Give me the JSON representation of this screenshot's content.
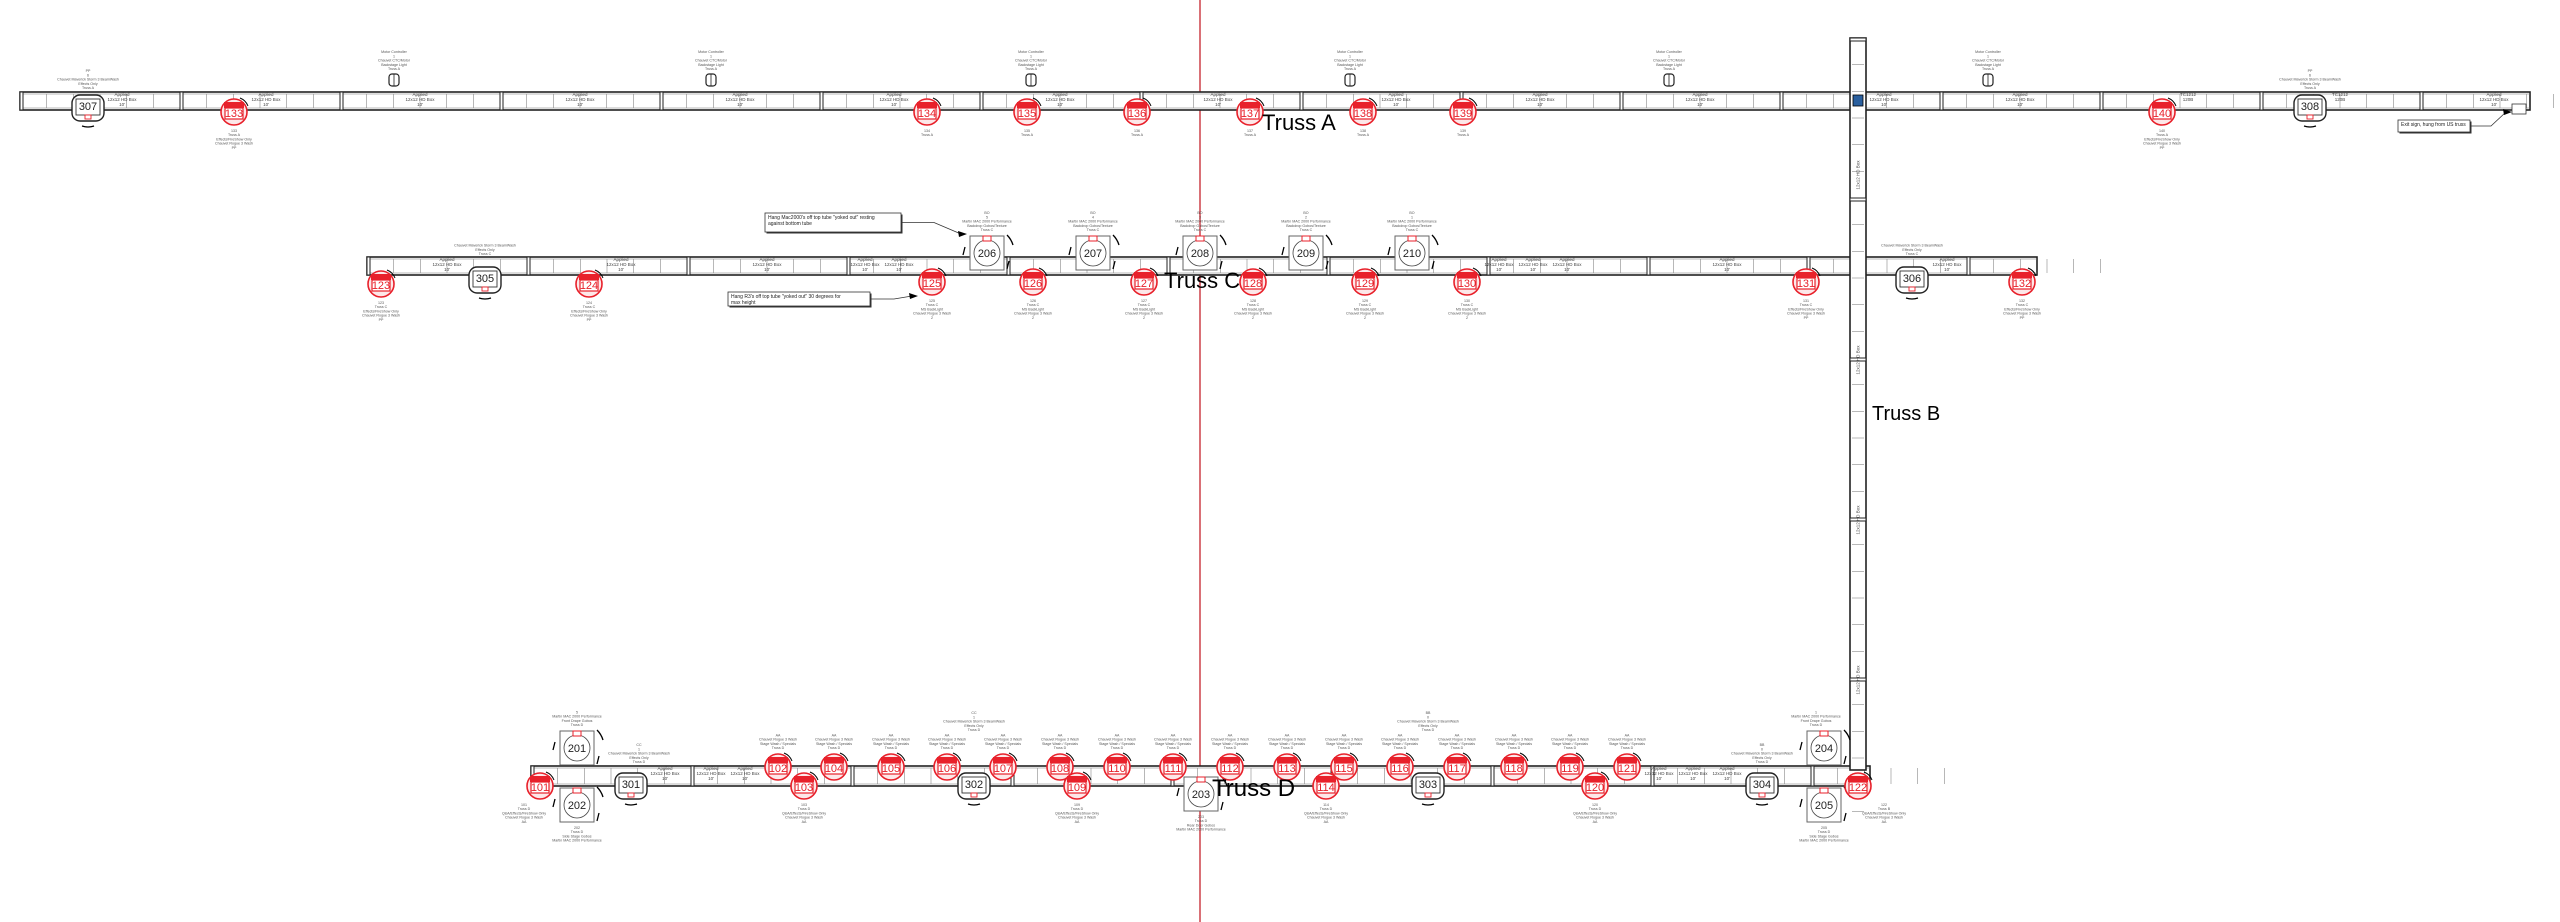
{
  "colors": {
    "par": "#e8212b",
    "truss": "#222222",
    "guide_line": "#c0121c",
    "mover": "#333333",
    "node": "#2a5f9e"
  },
  "segment_label": [
    "Applied",
    "12x12 HD Box",
    "10'"
  ],
  "segment_label_alt": [
    "TC1212",
    "120B"
  ],
  "trusses": {
    "A": {
      "name": "Truss A",
      "fixtures": [
        {
          "id": "307",
          "type": "maverick",
          "info": [
            "PP",
            "6",
            "Chauvet Maverick Storm 3 BeamWash",
            "Effects Only",
            "Truss A"
          ]
        },
        {
          "id": "133",
          "type": "par",
          "info": [
            "133",
            "Truss A",
            "Effects/FireShow Only",
            "Chauvet Rogue 3 Wash",
            "PP"
          ]
        },
        {
          "id": "134",
          "type": "par",
          "info": [
            "134",
            "Truss A"
          ]
        },
        {
          "id": "135",
          "type": "par",
          "info": [
            "135",
            "Truss A"
          ]
        },
        {
          "id": "136",
          "type": "par",
          "info": [
            "136",
            "Truss A"
          ]
        },
        {
          "id": "137",
          "type": "par",
          "info": [
            "137",
            "Truss A"
          ]
        },
        {
          "id": "138",
          "type": "par",
          "info": [
            "138",
            "Truss A"
          ]
        },
        {
          "id": "139",
          "type": "par",
          "info": [
            "139",
            "Truss A"
          ]
        },
        {
          "id": "140",
          "type": "par",
          "info": [
            "140",
            "Truss A",
            "Effects/FireShow Only",
            "Chauvet Rogue 3 Wash",
            "PP"
          ]
        },
        {
          "id": "308",
          "type": "maverick",
          "info": [
            "PP",
            "6",
            "Chauvet Maverick Storm 3 BeamWash",
            "Effects Only",
            "Truss A"
          ]
        }
      ],
      "motor_controllers": [
        {
          "info": [
            "Motor Controller",
            "1",
            "Chauvet CTC/Motor",
            "Backstage Light",
            "Truss A"
          ]
        },
        {
          "info": [
            "Motor Controller",
            "1",
            "Chauvet CTC/Motor",
            "Backstage Light",
            "Truss A"
          ]
        },
        {
          "info": [
            "Motor Controller",
            "1",
            "Chauvet CTC/Motor",
            "Backstage Light",
            "Truss A"
          ]
        },
        {
          "info": [
            "Motor Controller",
            "1",
            "Chauvet CTC/Motor",
            "Backstage Light",
            "Truss A"
          ]
        },
        {
          "info": [
            "Motor Controller",
            "1",
            "Chauvet CTC/Motor",
            "Backstage Light",
            "Truss A"
          ]
        },
        {
          "info": [
            "Motor Controller",
            "1",
            "Chauvet CTC/Motor",
            "Backstage Light",
            "Truss A"
          ]
        }
      ]
    },
    "B": {
      "name": "Truss B",
      "fixtures": []
    },
    "C": {
      "name": "Truss C",
      "fixtures": [
        {
          "id": "123",
          "type": "par",
          "info": [
            "123",
            "Truss C",
            "Effects/FireShow Only",
            "Chauvet Rogue 3 Wash",
            "PP"
          ]
        },
        {
          "id": "305",
          "type": "maverick",
          "info": [
            "Chauvet Maverick Storm 3 BeamWash",
            "Effects Only",
            "Truss C"
          ]
        },
        {
          "id": "124",
          "type": "par",
          "info": [
            "124",
            "Truss C",
            "Effects/FireShow Only",
            "Chauvet Rogue 3 Wash",
            "PP"
          ]
        },
        {
          "id": "125",
          "type": "par",
          "info": [
            "125",
            "Truss C",
            "MS BackLight",
            "Chauvet Rogue 3 Wash",
            "2"
          ]
        },
        {
          "id": "206",
          "type": "mac",
          "info": [
            "BO",
            "5",
            "Martin MAC 2000 Performance",
            "Backdrop Gobos/Texture",
            "Truss C"
          ]
        },
        {
          "id": "126",
          "type": "par",
          "info": [
            "126",
            "Truss C",
            "MS BackLight",
            "Chauvet Rogue 3 Wash",
            "2"
          ]
        },
        {
          "id": "207",
          "type": "mac",
          "info": [
            "BO",
            "4",
            "Martin MAC 2000 Performance",
            "Backdrop Gobos/Texture",
            "Truss C"
          ]
        },
        {
          "id": "127",
          "type": "par",
          "info": [
            "127",
            "Truss C",
            "MS BackLight",
            "Chauvet Rogue 3 Wash",
            "2"
          ]
        },
        {
          "id": "208",
          "type": "mac",
          "info": [
            "BO",
            "3",
            "Martin MAC 2000 Performance",
            "Backdrop Gobos/Texture",
            "Truss C"
          ]
        },
        {
          "id": "128",
          "type": "par",
          "info": [
            "128",
            "Truss C",
            "MS BackLight",
            "Chauvet Rogue 3 Wash",
            "2"
          ]
        },
        {
          "id": "209",
          "type": "mac",
          "info": [
            "BO",
            "2",
            "Martin MAC 2000 Performance",
            "Backdrop Gobos/Texture",
            "Truss C"
          ]
        },
        {
          "id": "129",
          "type": "par",
          "info": [
            "129",
            "Truss C",
            "MS BackLight",
            "Chauvet Rogue 3 Wash",
            "2"
          ]
        },
        {
          "id": "210",
          "type": "mac",
          "info": [
            "BO",
            "1",
            "Martin MAC 2000 Performance",
            "Backdrop Gobos/Texture",
            "Truss C"
          ]
        },
        {
          "id": "130",
          "type": "par",
          "info": [
            "130",
            "Truss C",
            "MS BackLight",
            "Chauvet Rogue 3 Wash",
            "2"
          ]
        },
        {
          "id": "131",
          "type": "par",
          "info": [
            "131",
            "Truss C",
            "Effects/FireShow Only",
            "Chauvet Rogue 3 Wash",
            "PP"
          ]
        },
        {
          "id": "306",
          "type": "maverick",
          "info": [
            "Chauvet Maverick Storm 3 BeamWash",
            "Effects Only",
            "Truss C"
          ]
        },
        {
          "id": "132",
          "type": "par",
          "info": [
            "132",
            "Truss C",
            "Effects/FireShow Only",
            "Chauvet Rogue 3 Wash",
            "PP"
          ]
        }
      ]
    },
    "D": {
      "name": "Truss D",
      "fixtures": [
        {
          "id": "101",
          "type": "par",
          "info": [
            "101",
            "Truss D",
            "Q&A/Effects/FireShow Only",
            "Chauvet Rogue 3 Wash",
            "AA"
          ]
        },
        {
          "id": "201",
          "type": "mac",
          "info": [
            "5",
            "Martin MAC 2000 Performance",
            "Front Drape Gobos",
            "Truss D"
          ]
        },
        {
          "id": "202",
          "type": "mac",
          "info": [
            "202",
            "Truss D",
            "Side Stage Gobos",
            "Martin MAC 2000 Performance"
          ]
        },
        {
          "id": "301",
          "type": "maverick",
          "info": [
            "CC",
            "1",
            "Chauvet Maverick Storm 3 BeamWash",
            "Effects Only",
            "Truss D"
          ]
        },
        {
          "id": "102",
          "type": "par",
          "info": [
            "AA",
            "Chauvet Rogue 3 Wash",
            "Stage Wash / Specials",
            "Truss D"
          ]
        },
        {
          "id": "103",
          "type": "par",
          "info": [
            "103",
            "Truss D",
            "Q&A/Effects/FireShow Only",
            "Chauvet Rogue 3 Wash",
            "AA"
          ]
        },
        {
          "id": "104",
          "type": "par",
          "info": [
            "AA",
            "Chauvet Rogue 3 Wash",
            "Stage Wash / Specials",
            "Truss D"
          ]
        },
        {
          "id": "105",
          "type": "par",
          "info": [
            "AA",
            "Chauvet Rogue 3 Wash",
            "Stage Wash / Specials",
            "Truss D"
          ]
        },
        {
          "id": "106",
          "type": "par",
          "info": [
            "AA",
            "Chauvet Rogue 3 Wash",
            "Stage Wash / Specials",
            "Truss D"
          ]
        },
        {
          "id": "302",
          "type": "maverick",
          "info": [
            "CC",
            "1",
            "Chauvet Maverick Storm 3 BeamWash",
            "Effects Only",
            "Truss D"
          ]
        },
        {
          "id": "107",
          "type": "par",
          "info": [
            "AA",
            "Chauvet Rogue 3 Wash",
            "Stage Wash / Specials",
            "Truss D"
          ]
        },
        {
          "id": "108",
          "type": "par",
          "info": [
            "AA",
            "Chauvet Rogue 3 Wash",
            "Stage Wash / Specials",
            "Truss D"
          ]
        },
        {
          "id": "109",
          "type": "par",
          "info": [
            "109",
            "Truss D",
            "Q&A/Effects/FireShow Only",
            "Chauvet Rogue 3 Wash",
            "AA"
          ]
        },
        {
          "id": "110",
          "type": "par",
          "info": [
            "AA",
            "Chauvet Rogue 3 Wash",
            "Stage Wash / Specials",
            "Truss D"
          ]
        },
        {
          "id": "111",
          "type": "par",
          "info": [
            "AA",
            "Chauvet Rogue 3 Wash",
            "Stage Wash / Specials",
            "Truss D"
          ]
        },
        {
          "id": "203",
          "type": "mac",
          "info": [
            "203",
            "Truss D",
            "Rear Door Gobos",
            "Martin MAC 2000 Performance"
          ]
        },
        {
          "id": "112",
          "type": "par",
          "info": [
            "AA",
            "Chauvet Rogue 3 Wash",
            "Stage Wash / Specials",
            "Truss D"
          ]
        },
        {
          "id": "113",
          "type": "par",
          "info": [
            "AA",
            "Chauvet Rogue 3 Wash",
            "Stage Wash / Specials",
            "Truss D"
          ]
        },
        {
          "id": "114",
          "type": "par",
          "info": [
            "114",
            "Truss D",
            "Q&A/Effects/FireShow Only",
            "Chauvet Rogue 3 Wash",
            "AA"
          ]
        },
        {
          "id": "115",
          "type": "par",
          "info": [
            "AA",
            "Chauvet Rogue 3 Wash",
            "Stage Wash / Specials",
            "Truss D"
          ]
        },
        {
          "id": "116",
          "type": "par",
          "info": [
            "AA",
            "Chauvet Rogue 3 Wash",
            "Stage Wash / Specials",
            "Truss D"
          ]
        },
        {
          "id": "303",
          "type": "maverick",
          "info": [
            "BB",
            "0",
            "Chauvet Maverick Storm 3 BeamWash",
            "Effects Only",
            "Truss D"
          ]
        },
        {
          "id": "117",
          "type": "par",
          "info": [
            "AA",
            "Chauvet Rogue 3 Wash",
            "Stage Wash / Specials",
            "Truss D"
          ]
        },
        {
          "id": "118",
          "type": "par",
          "info": [
            "AA",
            "Chauvet Rogue 3 Wash",
            "Stage Wash / Specials",
            "Truss D"
          ]
        },
        {
          "id": "119",
          "type": "par",
          "info": [
            "AA",
            "Chauvet Rogue 3 Wash",
            "Stage Wash / Specials",
            "Truss D"
          ]
        },
        {
          "id": "120",
          "type": "par",
          "info": [
            "120",
            "Truss D",
            "Q&A/Effects/FireShow Only",
            "Chauvet Rogue 3 Wash",
            "AA"
          ]
        },
        {
          "id": "121",
          "type": "par",
          "info": [
            "AA",
            "Chauvet Rogue 3 Wash",
            "Stage Wash / Specials",
            "Truss D"
          ]
        },
        {
          "id": "304",
          "type": "maverick",
          "info": [
            "BB",
            "0",
            "Chauvet Maverick Storm 3 BeamWash",
            "Effects Only",
            "Truss D"
          ]
        },
        {
          "id": "204",
          "type": "mac",
          "info": [
            "1",
            "Martin MAC 2000 Performance",
            "Front Drape Gobos",
            "Truss D"
          ]
        },
        {
          "id": "205",
          "type": "mac",
          "info": [
            "205",
            "Truss D",
            "Side Stage Gobos",
            "Martin MAC 2000 Performance"
          ]
        },
        {
          "id": "122",
          "type": "par",
          "info": [
            "122",
            "Truss B",
            "Q&A/Effects/FireShow Only",
            "Chauvet Rogue 3 Wash",
            "AA"
          ]
        }
      ]
    }
  },
  "annotations": [
    {
      "id": "mac-note",
      "lines": [
        "Hang Mac2000's off top tube \"yoked out\" resting",
        "against bottom tube"
      ]
    },
    {
      "id": "r3-note",
      "lines": [
        "Hang R3's off top tube \"yoked out\" 30 degrees for",
        "max height"
      ]
    },
    {
      "id": "exit-note",
      "lines": [
        "Exit sign, hung from US truss"
      ]
    }
  ]
}
